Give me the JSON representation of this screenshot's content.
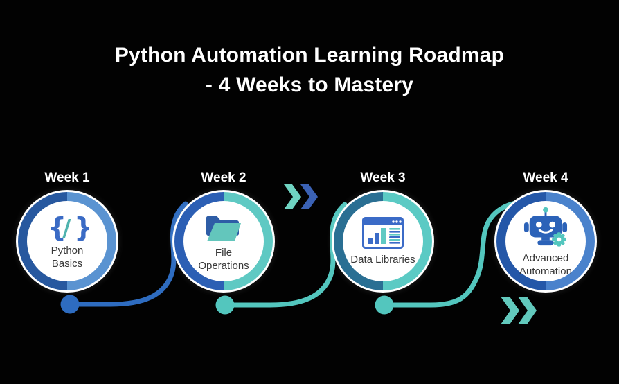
{
  "title": {
    "line1": "Python Automation Learning Roadmap",
    "line2": "- 4 Weeks to Mastery"
  },
  "weeks": [
    {
      "label": "Week 1",
      "topic": "Python Basics",
      "icon": "code-braces-icon"
    },
    {
      "label": "Week 2",
      "topic": "File Operations",
      "icon": "open-folder-icon"
    },
    {
      "label": "Week 3",
      "topic": "Data Libraries",
      "icon": "data-window-icon"
    },
    {
      "label": "Week 4",
      "topic": "Advanced Automation",
      "icon": "robot-automation-icon"
    }
  ],
  "icon_glyphs": {
    "code_left_brace": "{",
    "code_slash": "/",
    "code_right_brace": "}"
  },
  "palette": {
    "background": "#020202",
    "title_text": "#ffffff",
    "node_text": "#383838",
    "blue_connector": "#2E6CC0",
    "teal_connector": "#53C6BE",
    "chevron_teal": "#6FD3C1",
    "chevron_blue": "#3B62B5",
    "ring_week1_left": "#27589F",
    "ring_week1_right": "#5A93D1",
    "ring_week2_left": "#2C5FB4",
    "ring_week2_right": "#5FC9C3",
    "ring_week3_left": "#2A6F93",
    "ring_week3_right": "#5BCAC4",
    "ring_week4_left": "#2457A8",
    "ring_week4_right": "#4A82CC"
  }
}
